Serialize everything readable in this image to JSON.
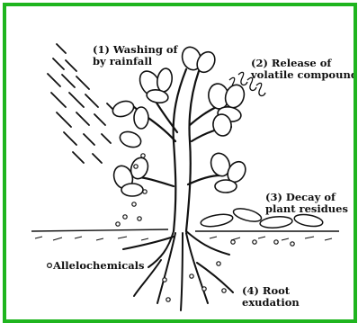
{
  "labels": {
    "washing": [
      "(1) Washing of",
      "by rainfall"
    ],
    "volatile": [
      "(2) Release of",
      "volatile compounds"
    ],
    "decay": [
      "(3) Decay of",
      "plant residues"
    ],
    "allelochemicals": "Allelochemicals",
    "root": [
      "(4) Root",
      "exudation"
    ]
  },
  "colors": {
    "frame": "#1fb51f",
    "ink": "#111111"
  }
}
